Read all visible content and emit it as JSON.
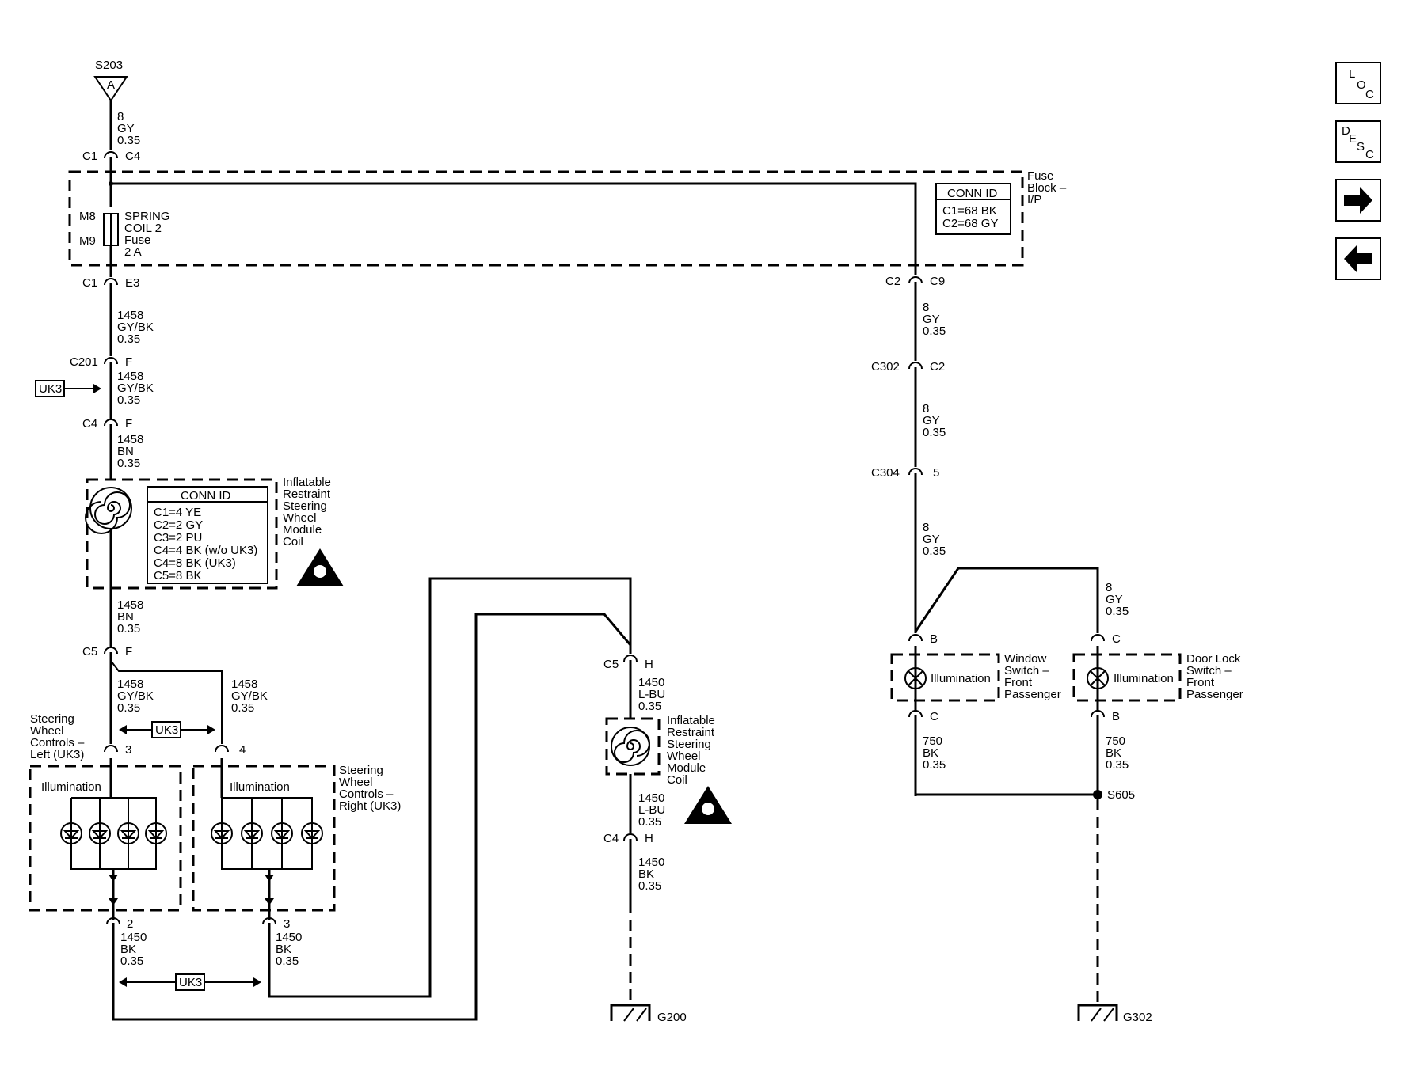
{
  "nav": {
    "loc": [
      "L",
      "O",
      "C"
    ],
    "desc": [
      "D",
      "E",
      "S",
      "C"
    ],
    "forward_icon": "arrow-right-icon",
    "back_icon": "arrow-left-icon"
  },
  "splice_top": {
    "name": "S203",
    "letter": "A"
  },
  "wire_8gy_a": [
    "8",
    "GY",
    "0.35"
  ],
  "c1_c4": [
    "C1",
    "C4"
  ],
  "fuse_block": {
    "title": [
      "Fuse",
      "Block –",
      "I/P"
    ],
    "conn_id_title": "CONN ID",
    "conn_ids": [
      "C1=68 BK",
      "C2=68 GY"
    ]
  },
  "fuse": {
    "pins": [
      "M8",
      "M9"
    ],
    "label": [
      "SPRING",
      "COIL 2",
      "Fuse",
      "2 A"
    ]
  },
  "c1_e3": [
    "C1",
    "E3"
  ],
  "wire_1458_gybk_a": [
    "1458",
    "GY/BK",
    "0.35"
  ],
  "c201": [
    "C201",
    "F"
  ],
  "uk3_option": "UK3",
  "wire_1458_gybk_b": [
    "1458",
    "GY/BK",
    "0.35"
  ],
  "c4_f": [
    "C4",
    "F"
  ],
  "wire_1458_bn_a": [
    "1458",
    "BN",
    "0.35"
  ],
  "coil_module": {
    "title": [
      "Inflatable",
      "Restraint",
      "Steering",
      "Wheel",
      "Module",
      "Coil"
    ],
    "conn_id_title": "CONN ID",
    "conn_ids": [
      "C1=4 YE",
      "C2=2 GY",
      "C3=2 PU",
      "C4=4 BK (w/o UK3)",
      "C4=8 BK (UK3)",
      "C5=8 BK"
    ],
    "warning_icon": "airbag-warning-icon"
  },
  "wire_1458_bn_b": [
    "1458",
    "BN",
    "0.35"
  ],
  "c5_f": [
    "C5",
    "F"
  ],
  "wire_1458_left": [
    "1458",
    "GY/BK",
    "0.35"
  ],
  "wire_1458_right": [
    "1458",
    "GY/BK",
    "0.35"
  ],
  "uk3_mid": "UK3",
  "swc_left": {
    "title": [
      "Steering",
      "Wheel",
      "Controls –",
      "Left (UK3)"
    ],
    "pin_top": "3",
    "pin_bottom": "2",
    "illumination": "Illumination"
  },
  "swc_right": {
    "title": [
      "Steering",
      "Wheel",
      "Controls –",
      "Right (UK3)"
    ],
    "pin_top": "4",
    "pin_bottom": "3",
    "illumination": "Illumination"
  },
  "wire_1450_left": [
    "1450",
    "BK",
    "0.35"
  ],
  "wire_1450_right": [
    "1450",
    "BK",
    "0.35"
  ],
  "uk3_bottom": "UK3",
  "c5_h": [
    "C5",
    "H"
  ],
  "wire_1450_lbu_a": [
    "1450",
    "L-BU",
    "0.35"
  ],
  "coil_module_2": {
    "title": [
      "Inflatable",
      "Restraint",
      "Steering",
      "Wheel",
      "Module",
      "Coil"
    ],
    "warning_icon": "airbag-warning-icon"
  },
  "wire_1450_lbu_b": [
    "1450",
    "L-BU",
    "0.35"
  ],
  "c4_h": [
    "C4",
    "H"
  ],
  "wire_1450_bk": [
    "1450",
    "BK",
    "0.35"
  ],
  "ground_g200": "G200",
  "c2_c9": [
    "C2",
    "C9"
  ],
  "wire_8gy_b": [
    "8",
    "GY",
    "0.35"
  ],
  "c302": [
    "C302",
    "C2"
  ],
  "wire_8gy_c": [
    "8",
    "GY",
    "0.35"
  ],
  "c304": [
    "C304",
    "5"
  ],
  "wire_8gy_d": [
    "8",
    "GY",
    "0.35"
  ],
  "wire_8gy_e": [
    "8",
    "GY",
    "0.35"
  ],
  "window_switch": {
    "title": [
      "Window",
      "Switch –",
      "Front",
      "Passenger"
    ],
    "illumination": "Illumination",
    "pin_top": "B",
    "pin_bottom": "C"
  },
  "door_lock_switch": {
    "title": [
      "Door Lock",
      "Switch –",
      "Front",
      "Passenger"
    ],
    "illumination": "Illumination",
    "pin_top": "C",
    "pin_bottom": "B"
  },
  "wire_750_a": [
    "750",
    "BK",
    "0.35"
  ],
  "wire_750_b": [
    "750",
    "BK",
    "0.35"
  ],
  "splice_s605": "S605",
  "ground_g302": "G302"
}
